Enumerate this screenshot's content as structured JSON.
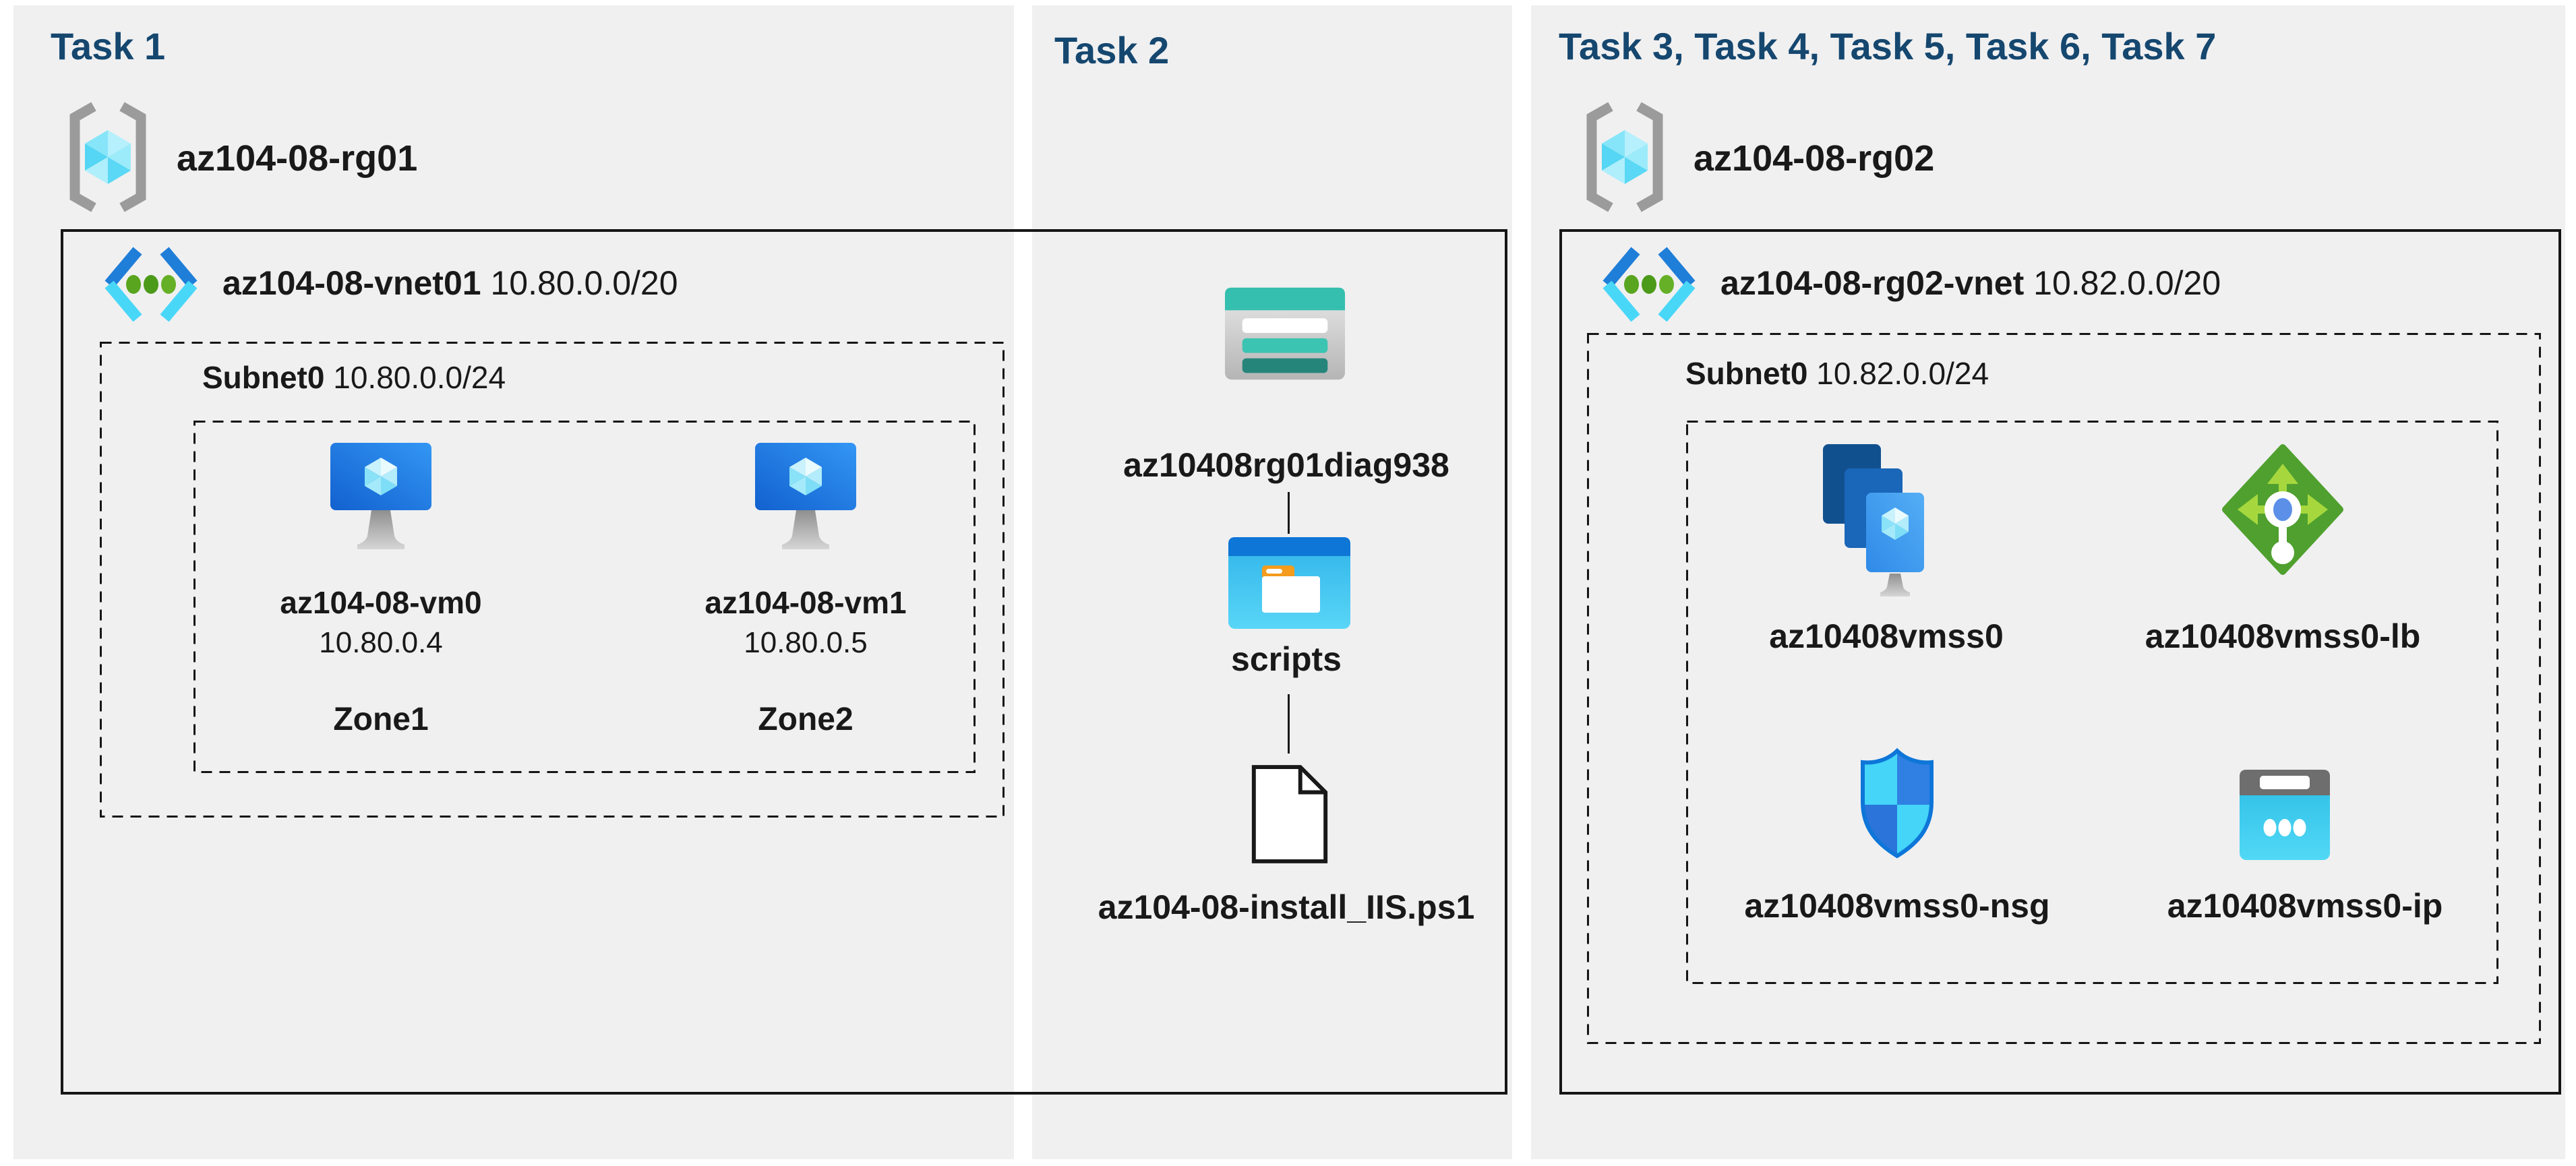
{
  "panels": {
    "task1": {
      "title": "Task 1",
      "resource_group": {
        "name": "az104-08-rg01",
        "icon": "resource-group-icon"
      },
      "vnet": {
        "name": "az104-08-vnet01",
        "cidr": "10.80.0.0/20",
        "icon": "virtual-network-icon"
      },
      "subnet": {
        "name": "Subnet0",
        "cidr": "10.80.0.0/24"
      },
      "vms": [
        {
          "name": "az104-08-vm0",
          "ip": "10.80.0.4",
          "zone": "Zone1",
          "icon": "virtual-machine-icon"
        },
        {
          "name": "az104-08-vm1",
          "ip": "10.80.0.5",
          "zone": "Zone2",
          "icon": "virtual-machine-icon"
        }
      ]
    },
    "task2": {
      "title": "Task 2",
      "storage_account": {
        "name": "az10408rg01diag938",
        "icon": "storage-account-icon"
      },
      "container": {
        "name": "scripts",
        "icon": "blob-container-icon"
      },
      "file": {
        "name": "az104-08-install_IIS.ps1",
        "icon": "file-icon"
      }
    },
    "task3": {
      "title": "Task 3, Task 4, Task 5, Task 6, Task 7",
      "resource_group": {
        "name": "az104-08-rg02",
        "icon": "resource-group-icon"
      },
      "vnet": {
        "name": "az104-08-rg02-vnet",
        "cidr": "10.82.0.0/20",
        "icon": "virtual-network-icon"
      },
      "subnet": {
        "name": "Subnet0",
        "cidr": "10.82.0.0/24"
      },
      "resources": [
        {
          "name": "az10408vmss0",
          "icon": "vm-scale-set-icon"
        },
        {
          "name": "az10408vmss0-lb",
          "icon": "load-balancer-icon"
        },
        {
          "name": "az10408vmss0-nsg",
          "icon": "network-security-group-icon"
        },
        {
          "name": "az10408vmss0-ip",
          "icon": "public-ip-icon"
        }
      ]
    }
  },
  "colors": {
    "heading": "#15476F",
    "panel_background": "#F0F0F1",
    "line": "#161616",
    "azure_blue": "#1F7ED8",
    "azure_cyan": "#49D7F8",
    "azure_green": "#4FA02E",
    "arrow_green": "#A6D83E",
    "teal": "#35BFAE",
    "teal_dark": "#26857B",
    "folder_orange": "#F49C1D",
    "ip_cyan": "#3BCBEE",
    "shield_cyan": "#44D5F9",
    "shield_blue": "#2F80E2"
  }
}
